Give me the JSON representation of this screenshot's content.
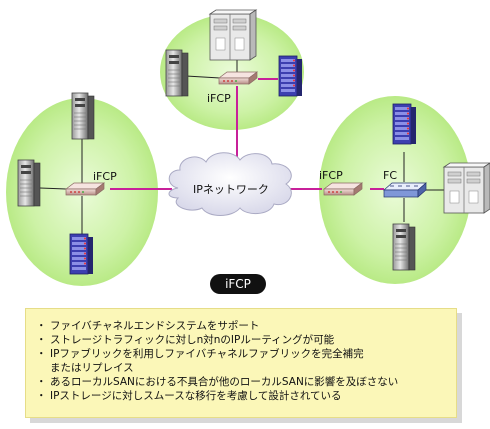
{
  "diagram": {
    "cloud_label": "IPネットワーク",
    "labels": {
      "top_ifcp": "iFCP",
      "left_ifcp": "iFCP",
      "right_ifcp": "iFCP",
      "right_fc": "FC"
    },
    "colors": {
      "island": "#ccf3a8",
      "link": "#c8209a",
      "cloud": "#ececf6",
      "switch": "#e7c7c0"
    },
    "icons": [
      "server-tower-icon",
      "storage-array-icon",
      "ifcp-gateway-icon",
      "fc-switch-icon"
    ]
  },
  "title": "iFCP",
  "notes": [
    "ファイバチャネルエンドシステムをサポート",
    "ストレージトラフィックに対しn対nのIPルーティングが可能",
    "IPファブリックを利用しファイバチャネルファブリックを完全補完",
    "またはリプレイス",
    "あるローカルSANにおける不具合が他のローカルSANに影響を及ぼさない",
    "IPストレージに対しスムースな移行を考慮して設計されている"
  ],
  "bullet": "・"
}
